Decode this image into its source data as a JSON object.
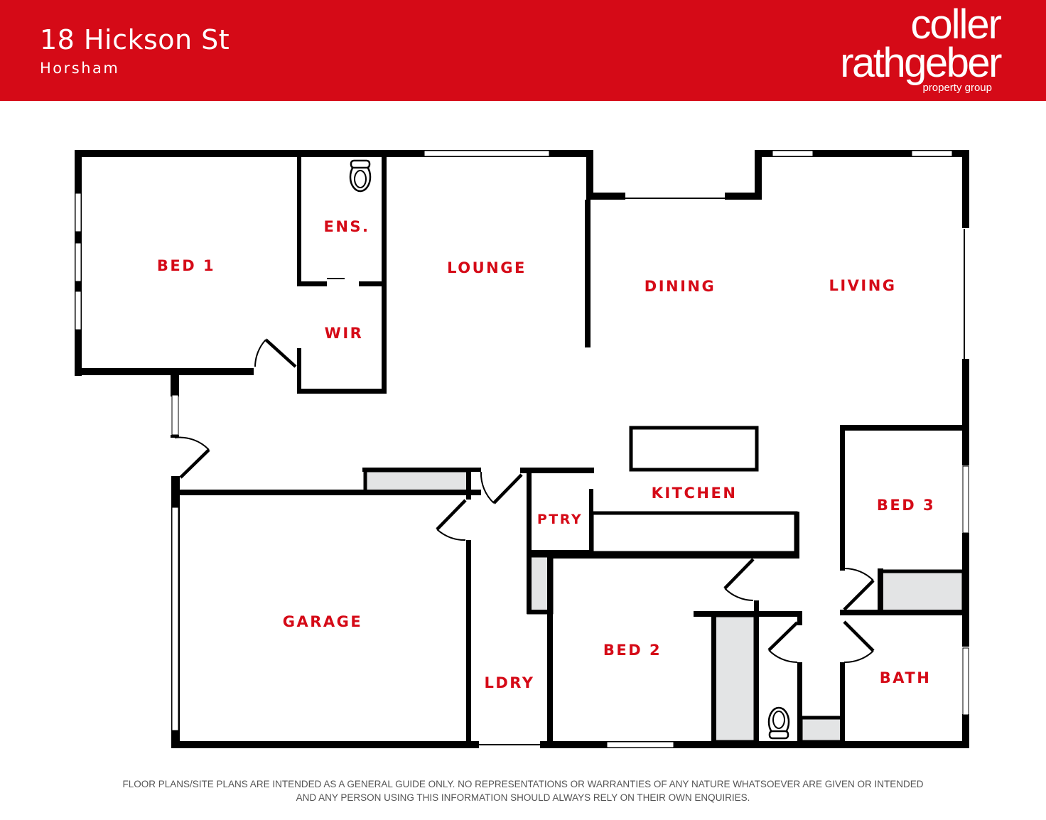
{
  "header": {
    "address": "18 Hickson St",
    "suburb": "Horsham",
    "brand_color": "#d50a17"
  },
  "logo": {
    "line1": "coller",
    "line2": "rathgeber",
    "line3": "property group"
  },
  "rooms": {
    "bed1": "BED 1",
    "ens": "ENS.",
    "wir": "WIR",
    "lounge": "LOUNGE",
    "dining": "DINING",
    "living": "LIVING",
    "kitchen": "KITCHEN",
    "ptry": "PTRY",
    "bed3": "BED 3",
    "garage": "GARAGE",
    "bed2": "BED 2",
    "ldry": "LDRY",
    "bath": "BATH"
  },
  "disclaimer": {
    "line1": "FLOOR PLANS/SITE PLANS ARE INTENDED AS A GENERAL GUIDE ONLY. NO REPRESENTATIONS OR WARRANTIES OF ANY NATURE WHATSOEVER ARE GIVEN OR INTENDED",
    "line2": "AND ANY PERSON USING THIS INFORMATION SHOULD ALWAYS RELY ON THEIR OWN ENQUIRIES."
  }
}
